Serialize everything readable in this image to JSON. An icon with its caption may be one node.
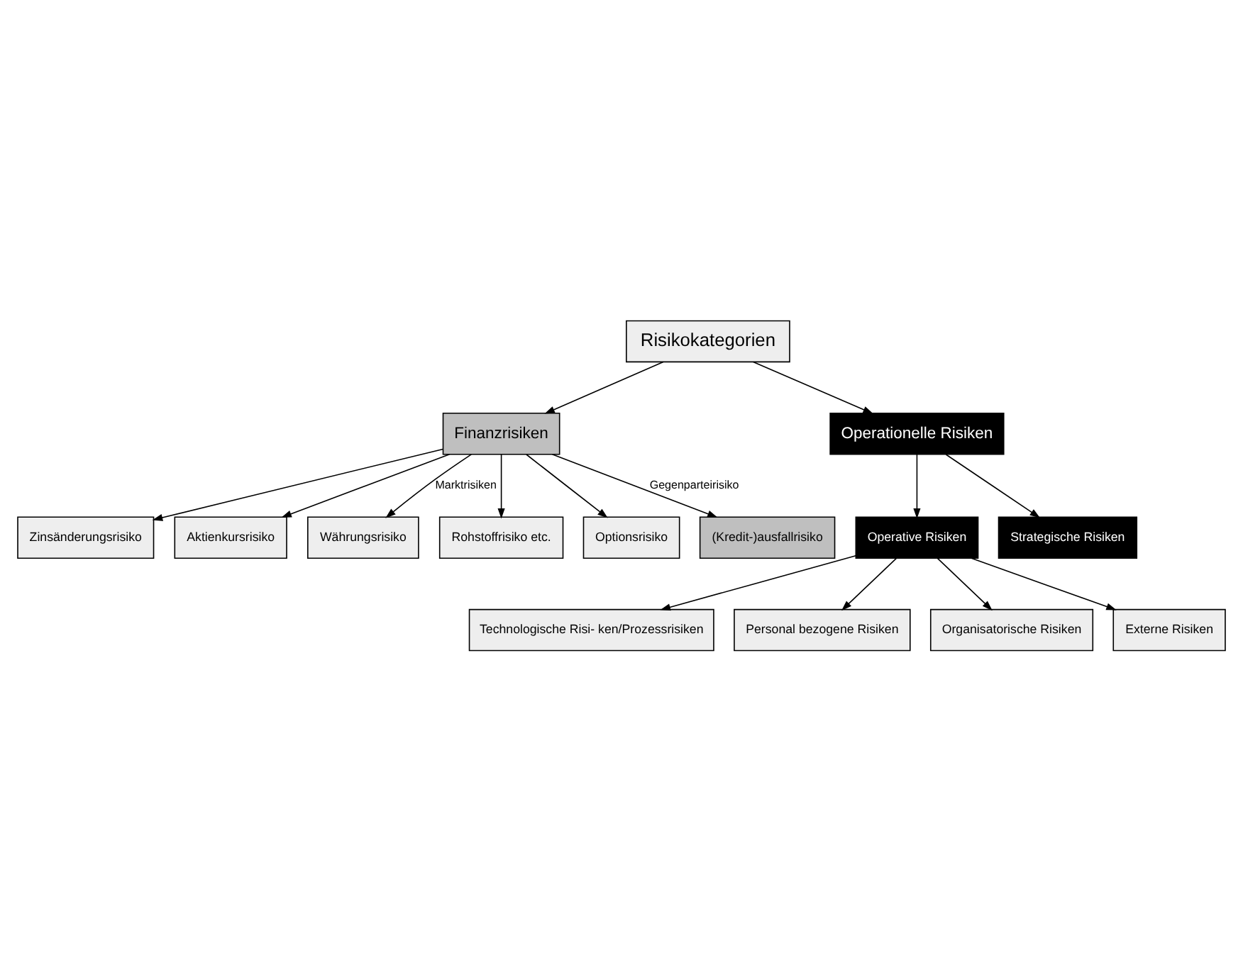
{
  "diagram": {
    "nodes": [
      {
        "text": [
          "Risikokategorien"
        ]
      },
      {
        "text": [
          "Finanzrisiken"
        ]
      },
      {
        "text": [
          "Operationelle Risiken"
        ]
      },
      {
        "text": [
          "Zinsänderungsrisiko"
        ]
      },
      {
        "text": [
          "Aktienkursrisiko"
        ]
      },
      {
        "text": [
          "Währungsrisiko"
        ]
      },
      {
        "text": [
          "Rohstoffrisiko etc."
        ]
      },
      {
        "text": [
          "Optionsrisiko"
        ]
      },
      {
        "text": [
          "(Kredit-)ausfallrisiko"
        ]
      },
      {
        "text": [
          "Operative Risiken"
        ]
      },
      {
        "text": [
          "Strategische Risiken"
        ]
      },
      {
        "text": [
          "Technologische Risi- ken/Prozessrisiken"
        ]
      },
      {
        "text": [
          "Personal bezogene Risiken"
        ]
      },
      {
        "text": [
          "Organisatorische Risiken"
        ]
      },
      {
        "text": [
          "Externe Risiken"
        ]
      }
    ],
    "edges": [
      {
        "from": 0,
        "to": 1,
        "arrow": "to"
      },
      {
        "from": 0,
        "to": 2,
        "arrow": "to"
      },
      {
        "from": 1,
        "to": 3,
        "arrow": "to"
      },
      {
        "from": 1,
        "to": 4,
        "arrow": "to"
      },
      {
        "from": 1,
        "to": 5,
        "arrow": "to",
        "label": "Marktrisiken"
      },
      {
        "from": 1,
        "to": 6,
        "arrow": "to"
      },
      {
        "from": 1,
        "to": 7,
        "arrow": "to"
      },
      {
        "from": 1,
        "to": 8,
        "arrow": "to",
        "label": "Gegenparteirisiko"
      },
      {
        "from": 2,
        "to": 9,
        "arrow": "to"
      },
      {
        "from": 2,
        "to": 10,
        "arrow": "to"
      },
      {
        "from": 9,
        "to": 11,
        "arrow": "to"
      },
      {
        "from": 9,
        "to": 12,
        "arrow": "to"
      },
      {
        "from": 9,
        "to": 13,
        "arrow": "to"
      },
      {
        "from": 9,
        "to": 14,
        "arrow": "to"
      }
    ]
  }
}
